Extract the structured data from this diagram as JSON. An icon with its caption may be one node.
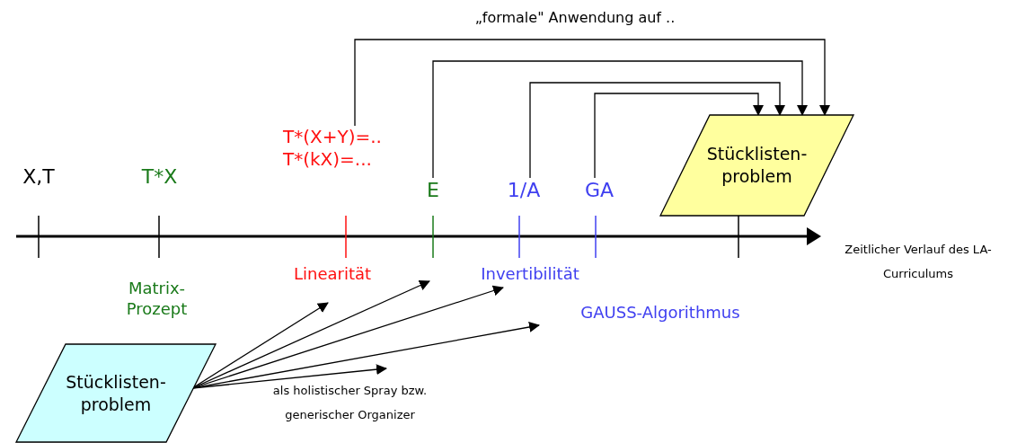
{
  "diagram": {
    "nodes": [
      {
        "text": [
          "T*(X+Y)=.. T*(kX)=..."
        ]
      },
      {
        "text": [
          "E"
        ]
      },
      {
        "text": [
          "1/A"
        ]
      },
      {
        "text": [
          "GA"
        ]
      },
      {
        "text": [
          "Stücklisten- problem"
        ]
      },
      {
        "text": [
          "Invertibilität"
        ]
      },
      {
        "text": [
          "Stücklisten- problem"
        ]
      }
    ],
    "edges": [
      {
        "from": 0,
        "to": 4,
        "arrow": "to"
      },
      {
        "from": 1,
        "to": 4,
        "arrow": "to"
      },
      {
        "from": 2,
        "to": 4,
        "arrow": "to"
      },
      {
        "from": 3,
        "to": 4,
        "arrow": "to"
      },
      {
        "from": 6,
        "to": null,
        "arrow": "to"
      },
      {
        "from": 6,
        "to": null,
        "arrow": "to"
      },
      {
        "from": 6,
        "to": 5,
        "arrow": "to"
      },
      {
        "from": 6,
        "to": null,
        "arrow": "to"
      },
      {
        "from": 6,
        "to": null,
        "arrow": "to",
        "label": "als holistischer Spray bzw. generischer Organizer"
      }
    ],
    "labels": [
      "„formale\" Anwendung auf ..",
      "X,T",
      "T*X",
      "Linearität",
      "Matrix- Prozept",
      "GAUSS-Algorithmus",
      "Zeitlicher Verlauf des LA-Curriculums"
    ]
  }
}
